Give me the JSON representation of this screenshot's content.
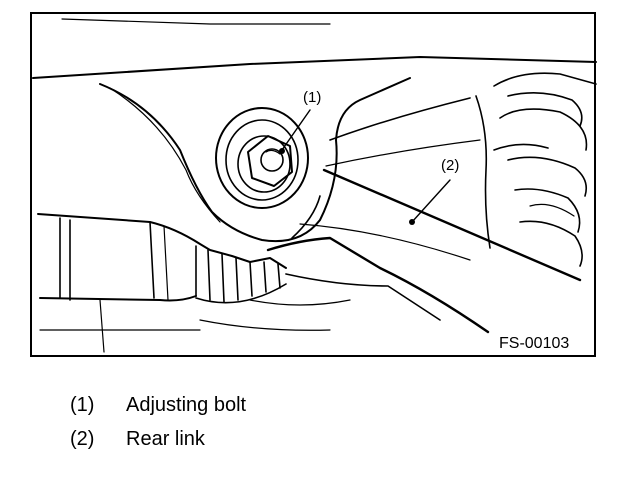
{
  "figure": {
    "id_label": "FS-00103",
    "callouts": [
      {
        "num": "(1)"
      },
      {
        "num": "(2)"
      }
    ]
  },
  "legend": {
    "items": [
      {
        "num": "(1)",
        "text": "Adjusting bolt"
      },
      {
        "num": "(2)",
        "text": "Rear link"
      }
    ]
  }
}
